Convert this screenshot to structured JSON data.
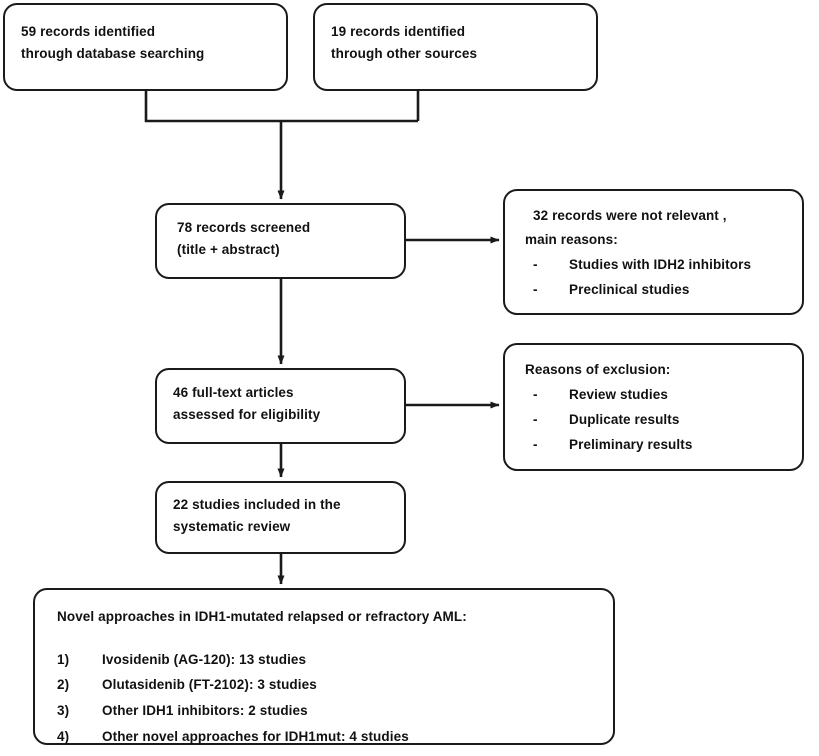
{
  "diagram": {
    "title": "PRISMA study selection flow diagram",
    "stroke_color": "#1a1a1a",
    "background_color": "#ffffff"
  },
  "nodes": {
    "database_records": {
      "line1": "59 records identified",
      "line2": "through database searching"
    },
    "other_records": {
      "line1": "19 records identified",
      "line2": "through other sources"
    },
    "screened": {
      "line1": "78 records screened",
      "line2": "(title + abstract)"
    },
    "full_text": {
      "line1": "46 full-text articles",
      "line2": "assessed for eligibility"
    },
    "included": {
      "line1": "22 studies included in the",
      "line2": "systematic review"
    }
  },
  "exclusions": {
    "screening": {
      "line1": "32 records were not relevant ,",
      "line2": "main reasons:",
      "dash": "-",
      "items": [
        "Studies with IDH2 inhibitors",
        "Preclinical studies"
      ]
    },
    "eligibility": {
      "line1": "Reasons of exclusion:",
      "dash": "-",
      "items": [
        "Review studies",
        "Duplicate results",
        "Preliminary results"
      ]
    }
  },
  "summary": {
    "title": "Novel approaches in IDH1-mutated relapsed or refractory AML:",
    "items": [
      {
        "number": "1)",
        "text": "Ivosidenib (AG-120): 13 studies"
      },
      {
        "number": "2)",
        "text": "Olutasidenib (FT-2102): 3 studies"
      },
      {
        "number": "3)",
        "text": "Other IDH1 inhibitors: 2 studies"
      },
      {
        "number": "4)",
        "text": "Other novel approaches for IDH1mut: 4 studies"
      }
    ]
  }
}
